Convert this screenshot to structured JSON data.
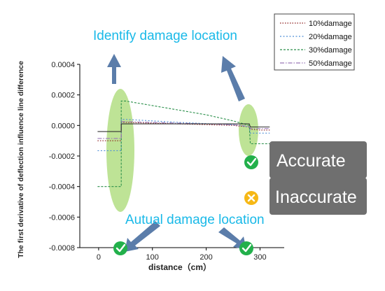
{
  "chart_data": {
    "type": "line",
    "xlabel": "distance（cm）",
    "ylabel": "The first derivative of deflection influence line difference",
    "xlim": [
      -35,
      345
    ],
    "ylim": [
      -0.0008,
      0.0004
    ],
    "xticks": [
      0,
      100,
      200,
      300
    ],
    "yticks": [
      "0.0004",
      "0.0002",
      "0.0000",
      "-0.0002",
      "-0.0004",
      "-0.0006",
      "-0.0008"
    ],
    "grid": false,
    "legend_position": "top-right",
    "series": [
      {
        "name": "10%damage",
        "color": "#8b1a1a",
        "dash": "1.5,2",
        "x": [
          -2,
          42,
          42,
          50,
          100,
          150,
          200,
          250,
          280,
          282,
          300,
          318
        ],
        "y": [
          -0.0001,
          -0.0001,
          2e-05,
          2e-05,
          1.5e-05,
          1e-05,
          5e-06,
          0.0,
          -1e-05,
          -2.5e-05,
          -3e-05,
          -3e-05
        ]
      },
      {
        "name": "20%damage",
        "color": "#4e8fd6",
        "dash": "2,2.5",
        "x": [
          -2,
          42,
          42,
          50,
          100,
          150,
          200,
          250,
          280,
          282,
          300,
          318
        ],
        "y": [
          -0.000165,
          -0.000165,
          4e-05,
          4e-05,
          3e-05,
          2e-05,
          1.2e-05,
          5e-06,
          -1e-05,
          -5e-05,
          -5e-05,
          -5e-05
        ]
      },
      {
        "name": "30%damage",
        "color": "#2a8f4a",
        "dash": "3,2",
        "x": [
          -2,
          42,
          42,
          50,
          100,
          150,
          200,
          250,
          280,
          282,
          300,
          318
        ],
        "y": [
          -0.0004,
          -0.0004,
          0.00016,
          0.00016,
          0.00013,
          0.0001,
          7e-05,
          3e-05,
          0.0,
          -0.00012,
          -0.00012,
          -0.00012
        ]
      },
      {
        "name": "50%damage",
        "color": "#9a78b8",
        "dash": "6,2,1.5,2",
        "x": [
          -2,
          42,
          42,
          50,
          100,
          150,
          200,
          250,
          280,
          282,
          300,
          318
        ],
        "y": [
          -8.5e-05,
          -8.5e-05,
          2.5e-05,
          2.5e-05,
          2e-05,
          1.5e-05,
          1e-05,
          4e-06,
          -5e-06,
          -2e-05,
          -2e-05,
          -2e-05
        ]
      },
      {
        "color": "#333333",
        "dash": "",
        "x": [
          -2,
          42,
          42,
          50,
          100,
          150,
          200,
          250,
          280,
          282,
          300,
          318
        ],
        "y": [
          -4e-05,
          -4e-05,
          1e-05,
          1e-05,
          1e-05,
          1e-05,
          1e-05,
          1e-05,
          1e-05,
          -1e-05,
          -1e-05,
          -1e-05
        ]
      }
    ]
  },
  "annotations": {
    "identify_label": "Identify damage location",
    "actual_label": "Autual damage location",
    "accurate_label": "Accurate",
    "inaccurate_label": "Inaccurate",
    "annotation_color": "#19b9e8",
    "highlight_color": "#92d050",
    "pill_color": "#6f6f6f",
    "check_color": "#22b04b",
    "cross_color": "#f6b816",
    "arrow_color": "#5b7daa"
  }
}
